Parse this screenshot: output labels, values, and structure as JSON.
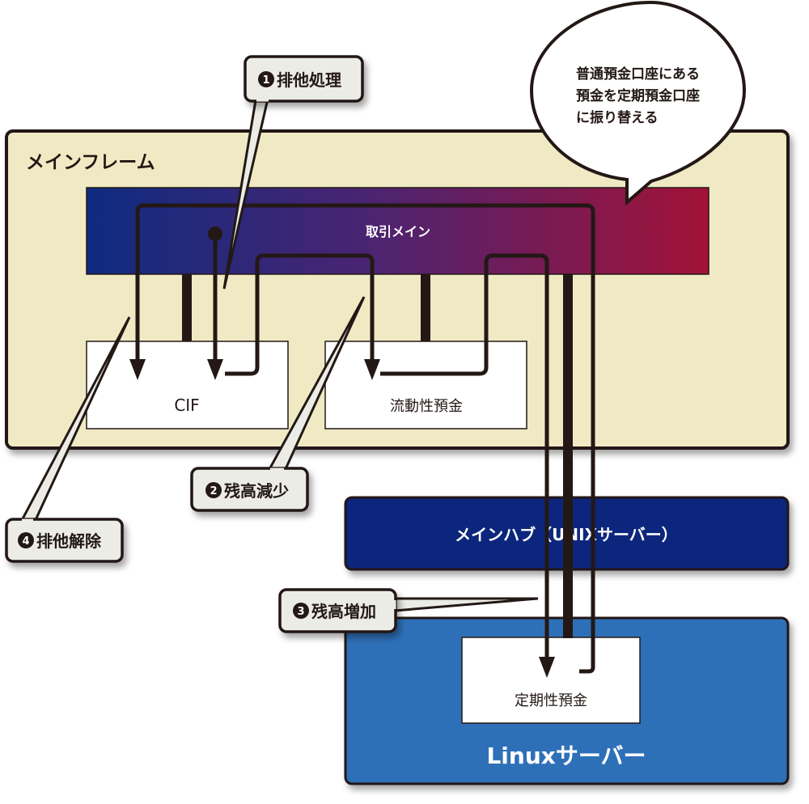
{
  "colors": {
    "mainframe_fill": "#efeac4",
    "gradient_start": "#0e2b80",
    "gradient_mid": "#4a2472",
    "gradient_end": "#a31237",
    "hub_fill": "#07277d",
    "linux_fill": "#2d70b8",
    "callout_fill": "#ececE6",
    "line": "#231815"
  },
  "mainframe": {
    "title": "メインフレーム",
    "transaction_bar": "取引メイン",
    "cif_box": "CIF",
    "liquid_deposit_box": "流動性預金"
  },
  "speech_bubble": {
    "lines": [
      "普通預金口座にある",
      "預金を定期預金口座",
      "に振り替える"
    ]
  },
  "main_hub": {
    "label": "メインハブ（UNIXサーバー）"
  },
  "linux_server": {
    "label": "Linuxサーバー",
    "fixed_deposit_box": "定期性預金"
  },
  "callouts": [
    {
      "number": "1",
      "label": "排他処理"
    },
    {
      "number": "2",
      "label": "残高減少"
    },
    {
      "number": "3",
      "label": "残高増加"
    },
    {
      "number": "4",
      "label": "排他解除"
    }
  ]
}
